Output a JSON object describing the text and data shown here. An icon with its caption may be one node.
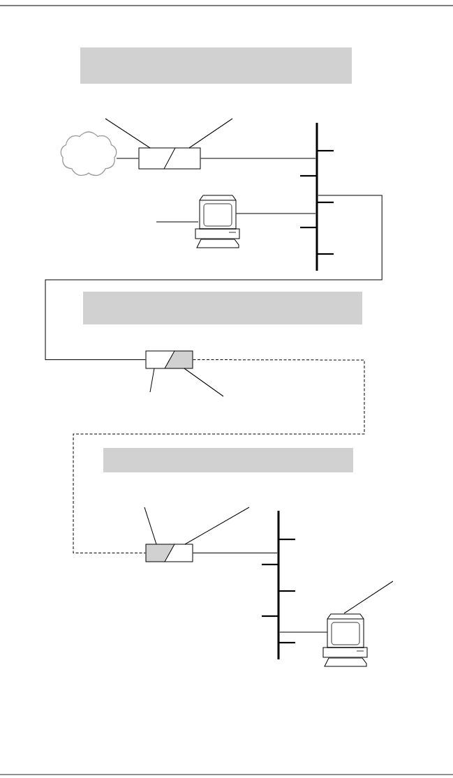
{
  "diagram": {
    "nodes": [
      {
        "text": [],
        "shape": "band"
      },
      {
        "text": [],
        "shape": "cloud"
      },
      {
        "text": [],
        "shape": "box"
      },
      {
        "text": [],
        "shape": "bar"
      },
      {
        "text": [],
        "shape": "computer"
      },
      {
        "text": [],
        "shape": "band"
      },
      {
        "text": [],
        "shape": "box"
      },
      {
        "text": [],
        "shape": "band"
      },
      {
        "text": [],
        "shape": "box"
      },
      {
        "text": [],
        "shape": "bar"
      },
      {
        "text": [],
        "shape": "computer"
      }
    ],
    "edges": [
      {
        "from": 1,
        "to": 2,
        "arrow": "none"
      },
      {
        "from": 2,
        "to": 3,
        "arrow": "none"
      },
      {
        "from": 4,
        "to": 3,
        "arrow": "none"
      },
      {
        "from": 3,
        "to": 6,
        "arrow": "none"
      },
      {
        "from": 6,
        "to": 8,
        "arrow": "none",
        "style": "dashed"
      },
      {
        "from": 8,
        "to": 9,
        "arrow": "none"
      },
      {
        "from": 9,
        "to": 10,
        "arrow": "none"
      },
      {
        "from": 2,
        "to": null,
        "arrow": "none"
      },
      {
        "from": 2,
        "to": null,
        "arrow": "none"
      },
      {
        "from": 4,
        "to": null,
        "arrow": "none"
      },
      {
        "from": 6,
        "to": null,
        "arrow": "none"
      },
      {
        "from": 6,
        "to": null,
        "arrow": "none"
      },
      {
        "from": 8,
        "to": null,
        "arrow": "none"
      },
      {
        "from": 8,
        "to": null,
        "arrow": "none"
      },
      {
        "from": 10,
        "to": null,
        "arrow": "none"
      }
    ]
  }
}
